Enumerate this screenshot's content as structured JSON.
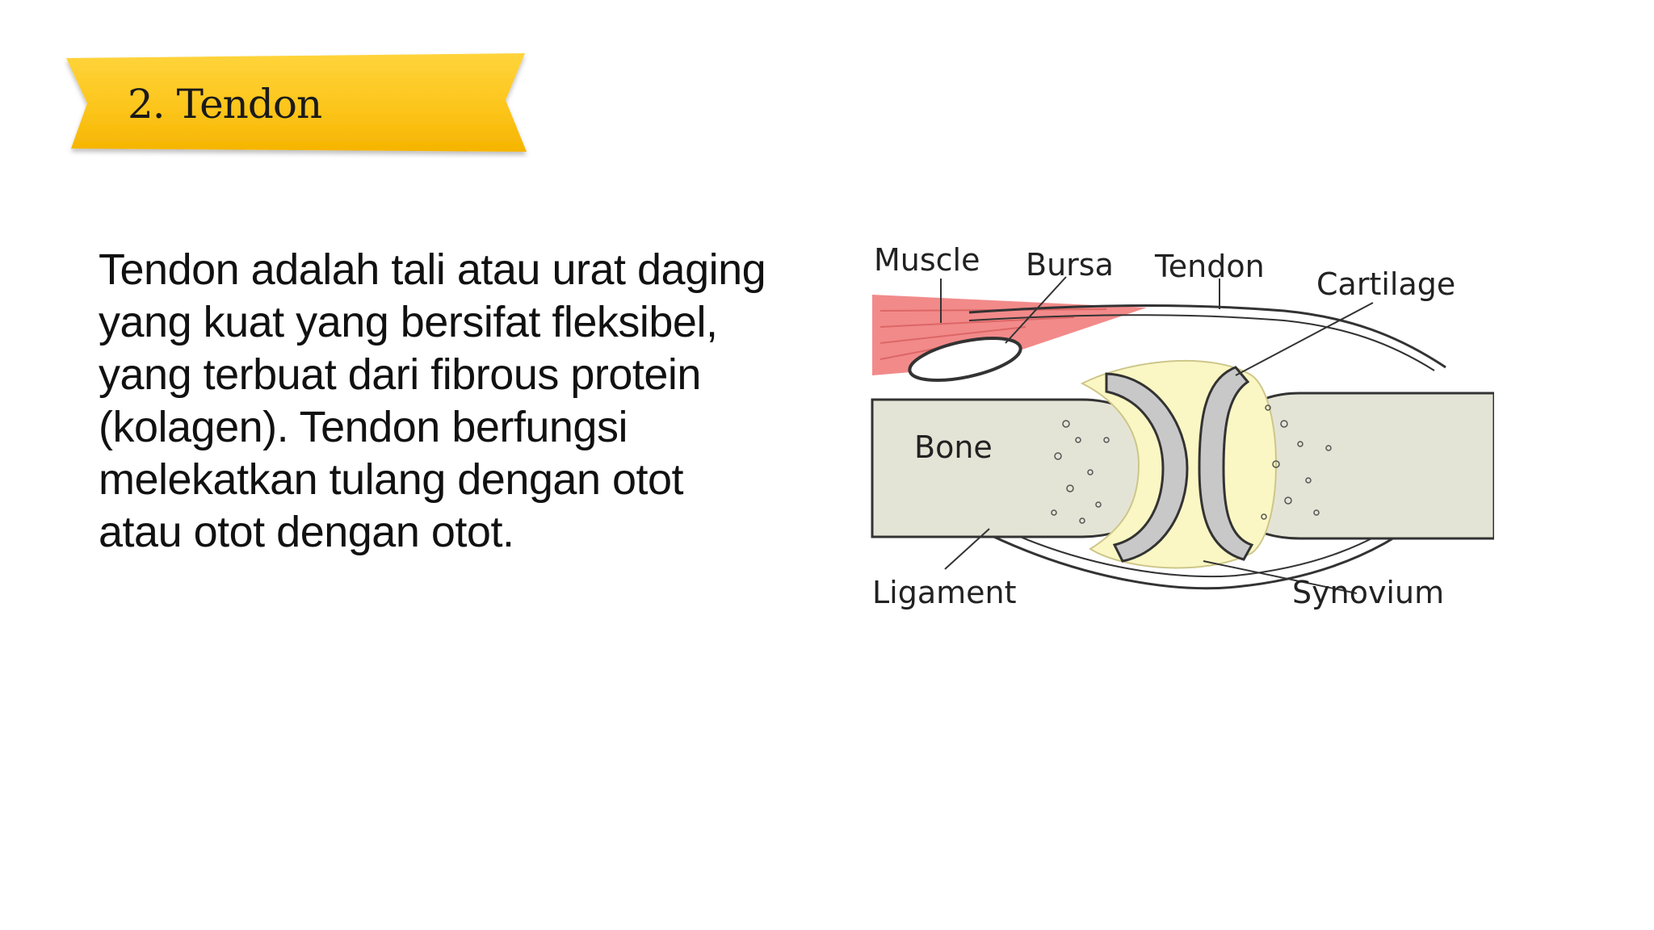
{
  "slide": {
    "title": "2. Tendon",
    "body": "Tendon adalah tali atau urat daging yang kuat yang bersifat fleksibel, yang terbuat dari fibrous protein (kolagen). Tendon berfungsi melekatkan tulang dengan otot atau otot dengan otot."
  },
  "diagram": {
    "labels": {
      "muscle": "Muscle",
      "bursa": "Bursa",
      "tendon": "Tendon",
      "cartilage": "Cartilage",
      "bone": "Bone",
      "ligament": "Ligament",
      "synovium": "Synovium"
    }
  },
  "colors": {
    "banner": "#fcc419",
    "muscle": "#f28a8a",
    "bone": "#e4e4d6",
    "synovial_fluid": "#fbf7c4"
  }
}
